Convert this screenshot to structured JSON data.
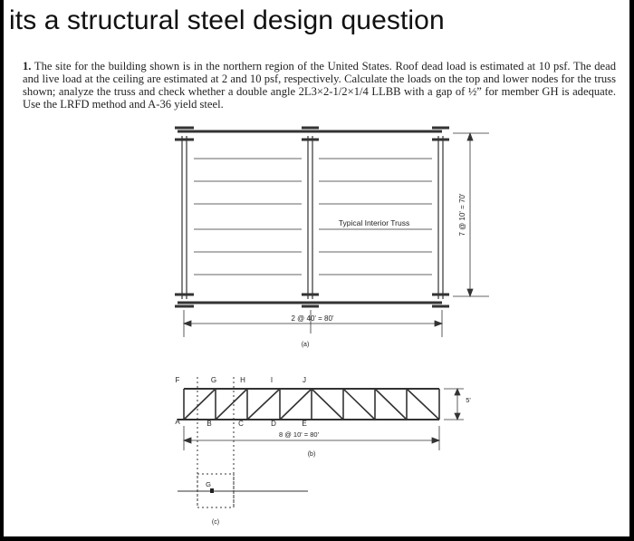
{
  "header": {
    "title": "its a structural steel design question"
  },
  "problem": {
    "number": "1.",
    "text": "The site for the building shown is in the northern region of the United States. Roof dead load is estimated at 10 psf. The dead and live load at the ceiling are estimated at 2 and 10 psf, respectively. Calculate the loads on the top and lower nodes for the truss shown; analyze the truss and check whether a double angle 2L3×2-1/2×1/4 LLBB with a gap of ½” for member GH is adequate. Use the LRFD method and A-36 yield steel."
  },
  "figure_a": {
    "truss_label": "Typical Interior Truss",
    "width_dim": "2 @ 40' = 80'",
    "height_dim": "7 @ 10' = 70'",
    "caption": "(a)"
  },
  "figure_b": {
    "top_nodes": [
      "F",
      "G",
      "H",
      "I",
      "J"
    ],
    "bottom_nodes": [
      "A",
      "B",
      "C",
      "D",
      "E"
    ],
    "span_dim": "8 @ 10' = 80'",
    "depth_dim": "5'",
    "caption": "(b)"
  },
  "figure_c": {
    "node": "G",
    "caption": "(c)"
  }
}
